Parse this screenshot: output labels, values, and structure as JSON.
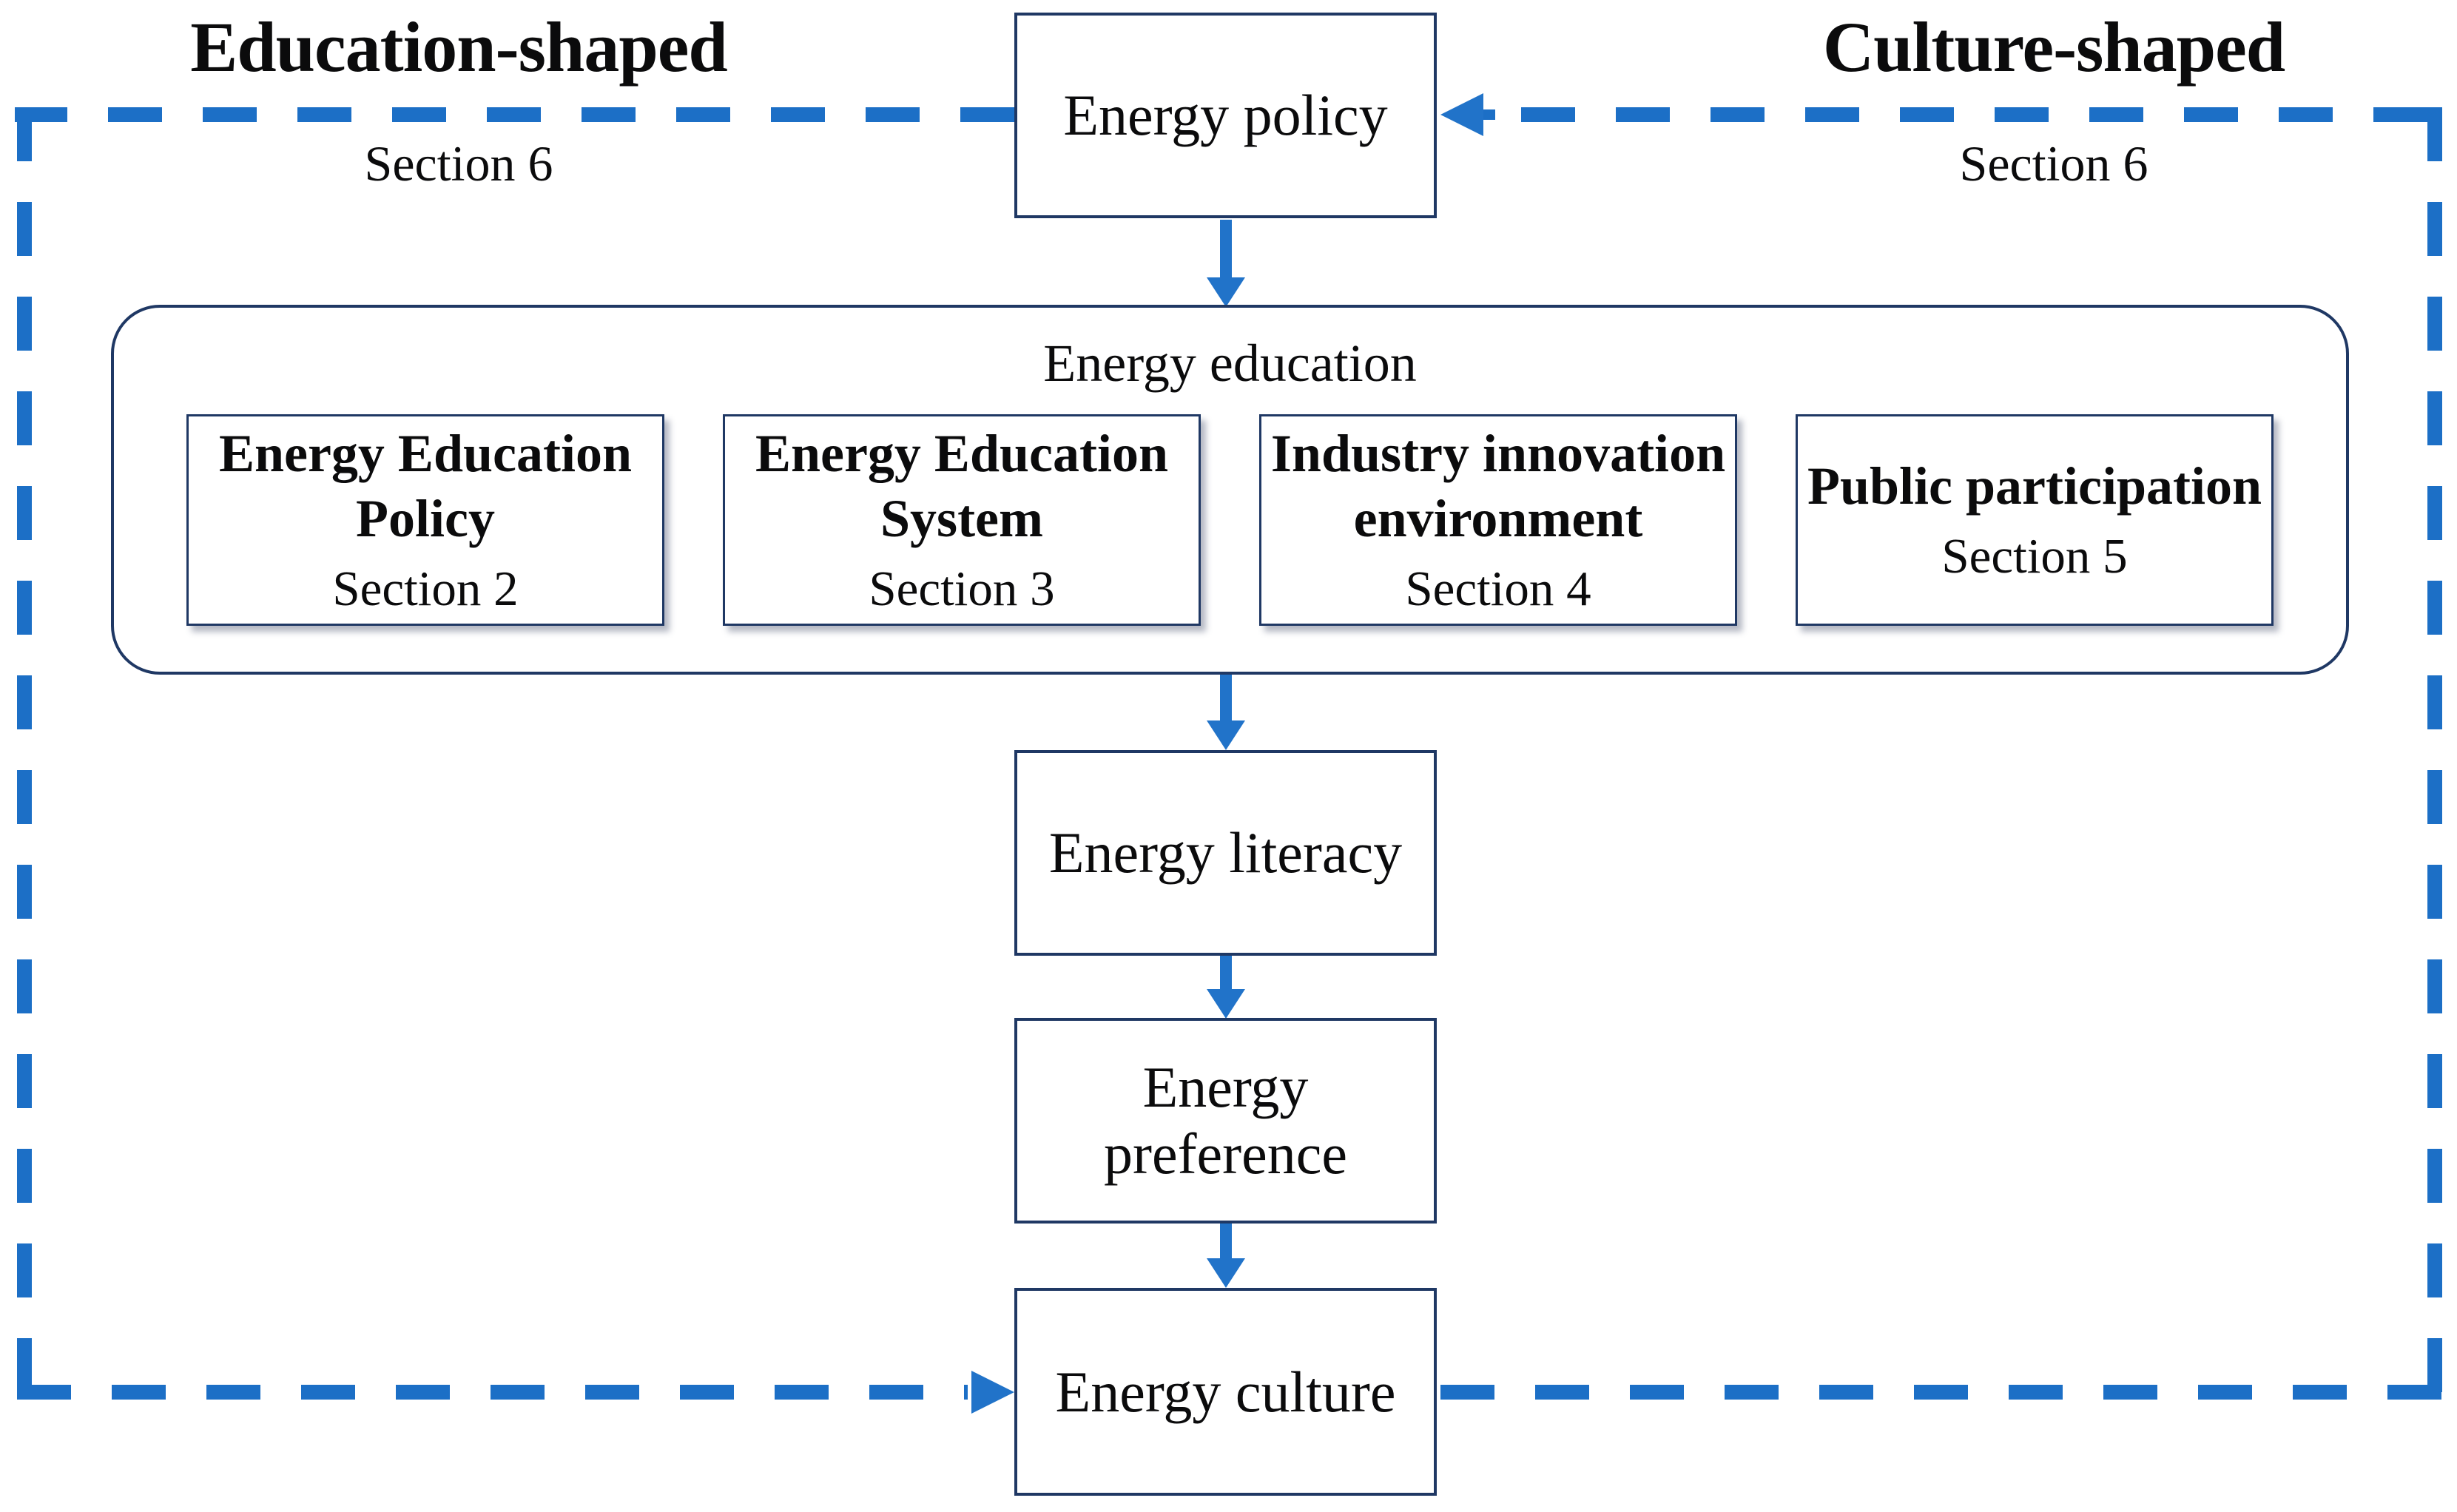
{
  "figure": {
    "headers": {
      "left": {
        "title": "Education-shaped",
        "section": "Section 6"
      },
      "right": {
        "title": "Culture-shaped",
        "section": "Section 6"
      }
    },
    "nodes": {
      "policy": {
        "label": "Energy policy"
      },
      "education_group": {
        "label": "Energy education"
      },
      "literacy": {
        "label": "Energy literacy"
      },
      "preference": {
        "label": "Energy preference"
      },
      "culture": {
        "label": "Energy culture"
      }
    },
    "education_boxes": [
      {
        "title": "Energy Education Policy",
        "section": "Section 2"
      },
      {
        "title": "Energy Education System",
        "section": "Section 3"
      },
      {
        "title": "Industry innovation environment",
        "section": "Section 4"
      },
      {
        "title": "Public participation",
        "section": "Section 5"
      }
    ],
    "icons": {
      "down_arrows": "arrow-down-icon",
      "into_policy": "arrow-left-icon",
      "into_culture": "arrow-right-icon"
    },
    "colors": {
      "dash_blue": "#1C6FC6",
      "arrow_blue": "#2173C9",
      "border_navy": "#1F3864",
      "text": "#0b0b0c"
    }
  }
}
